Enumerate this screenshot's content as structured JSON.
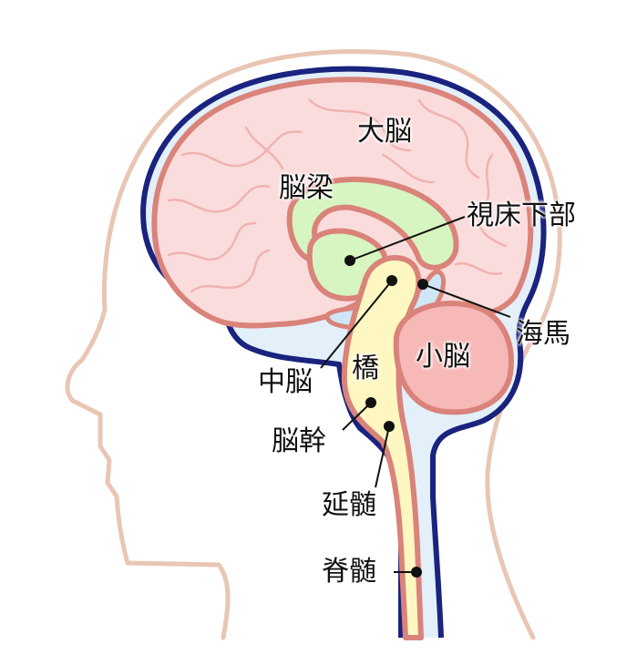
{
  "diagram": {
    "title": "Brain sagittal section anatomy",
    "labels": {
      "cerebrum": "大脳",
      "corpus_callosum": "脳梁",
      "thalamus_hypothalamus": "視床下部",
      "hippocampus": "海馬",
      "midbrain": "中脳",
      "pons": "橋",
      "cerebellum": "小脳",
      "brainstem": "脳幹",
      "medulla_oblongata": "延髄",
      "spinal_cord": "脊髄"
    },
    "colors": {
      "head_outline": "#E9C6B4",
      "dura_outline": "#1A237E",
      "csf_fill": "#E3F0FA",
      "brain_fill": "#FBDCDC",
      "brain_outline": "#D9837A",
      "gyri_lines": "#EFB3B0",
      "corpus_callosum_fill": "#D6F5C0",
      "brainstem_fill": "#FFF7C2",
      "hippocampus_fill": "#CFE6F7",
      "cerebellum_fill": "#F7B8B8",
      "pointer_line": "#111111"
    }
  }
}
